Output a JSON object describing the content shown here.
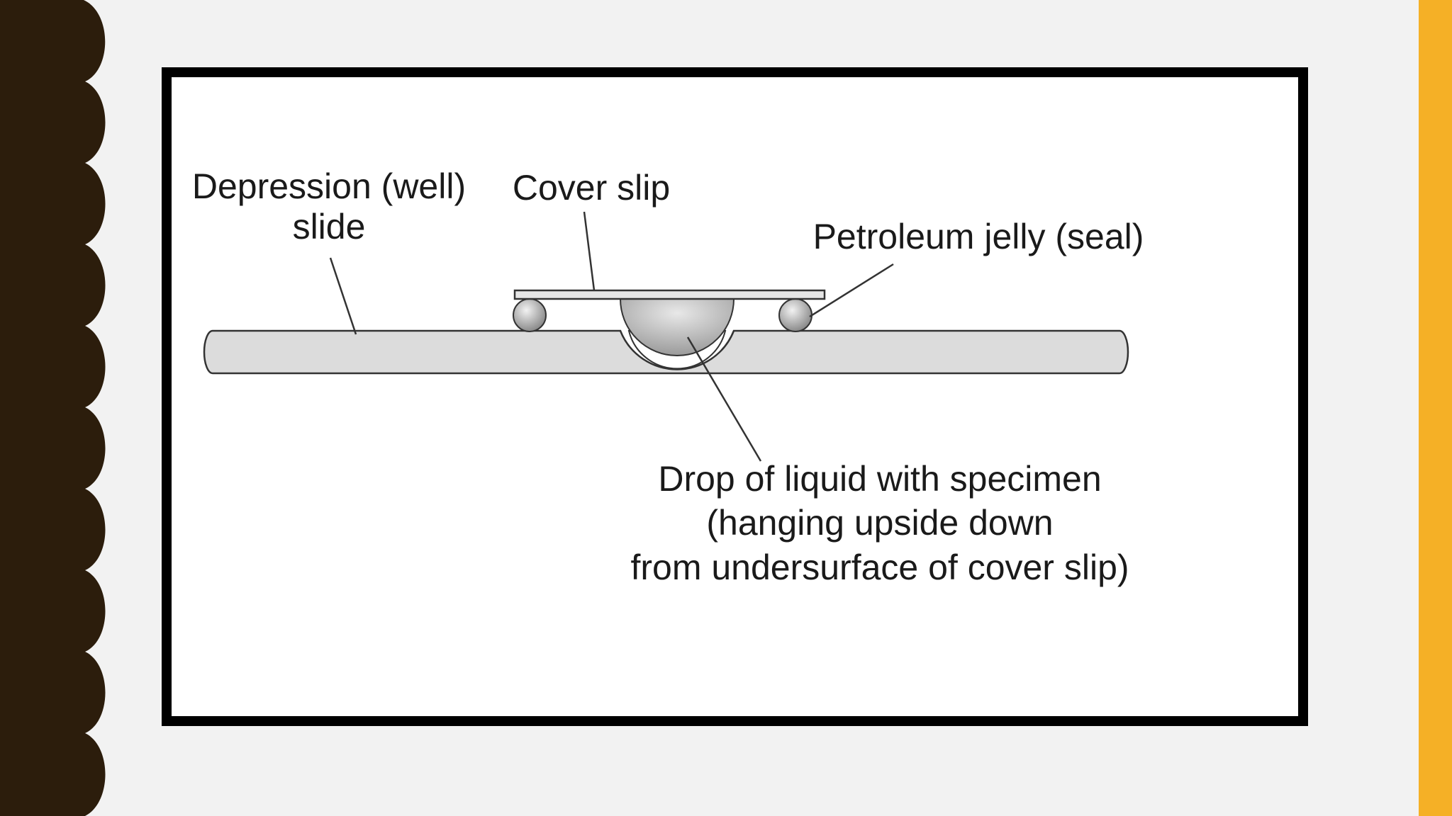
{
  "theme": {
    "background": "#f2f2f2",
    "left_edge_color": "#2c1d0c",
    "accent_color": "#f5b026",
    "frame_color": "#000000",
    "slide_fill": "#dcdcdc",
    "line_color": "#333333"
  },
  "diagram": {
    "labels": {
      "depression_slide": [
        "Depression (well)",
        "slide"
      ],
      "cover_slip": "Cover slip",
      "petroleum_jelly": "Petroleum jelly (seal)",
      "drop": [
        "Drop of liquid with specimen",
        "(hanging upside down",
        "from undersurface of cover slip)"
      ]
    }
  }
}
